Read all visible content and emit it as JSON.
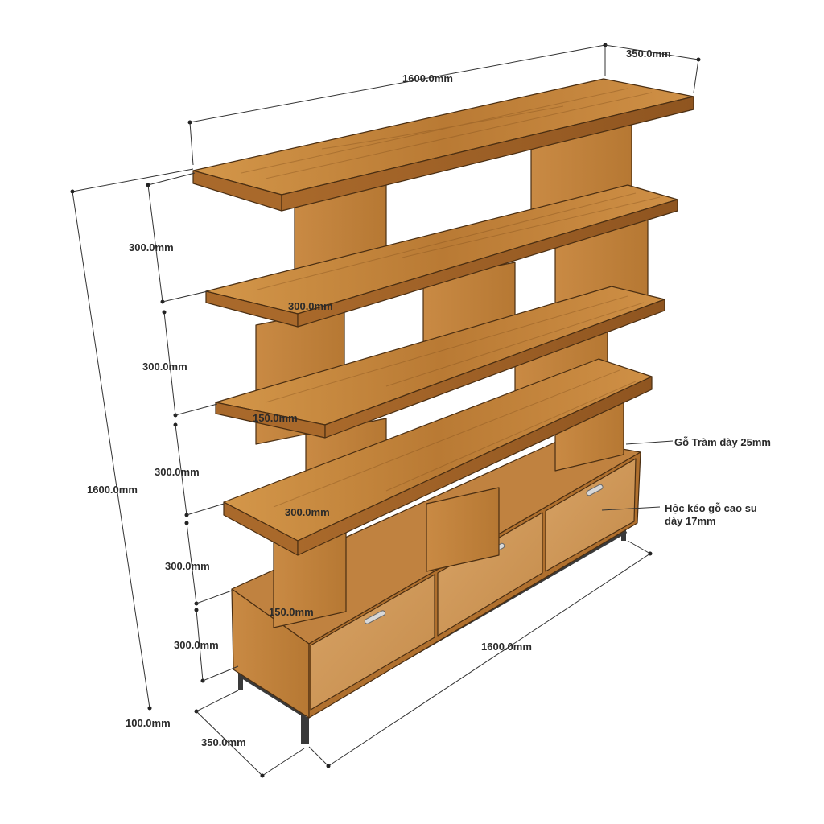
{
  "dimensions": {
    "top_length": "1600.0mm",
    "top_depth": "350.0mm",
    "total_height": "1600.0mm",
    "spacing_1": "300.0mm",
    "spacing_2": "300.0mm",
    "spacing_3": "300.0mm",
    "spacing_4": "300.0mm",
    "spacing_5": "300.0mm",
    "shelf_step_1": "300.0mm",
    "shelf_step_2": "150.0mm",
    "shelf_step_3": "300.0mm",
    "shelf_step_4": "150.0mm",
    "leg_height": "100.0mm",
    "base_depth": "350.0mm",
    "base_length": "1600.0mm"
  },
  "annotations": {
    "wood": "Gỗ Tràm dày 25mm",
    "drawer_line1": "Hộc kéo gỗ cao su",
    "drawer_line2": "dày 17mm"
  },
  "colors": {
    "wood_top": "#c98a3e",
    "wood_front": "#a8692a",
    "wood_side": "#d9a25a",
    "wood_dark": "#8a5220",
    "metal": "#3a3a3a",
    "handle": "#d8d8d8"
  }
}
